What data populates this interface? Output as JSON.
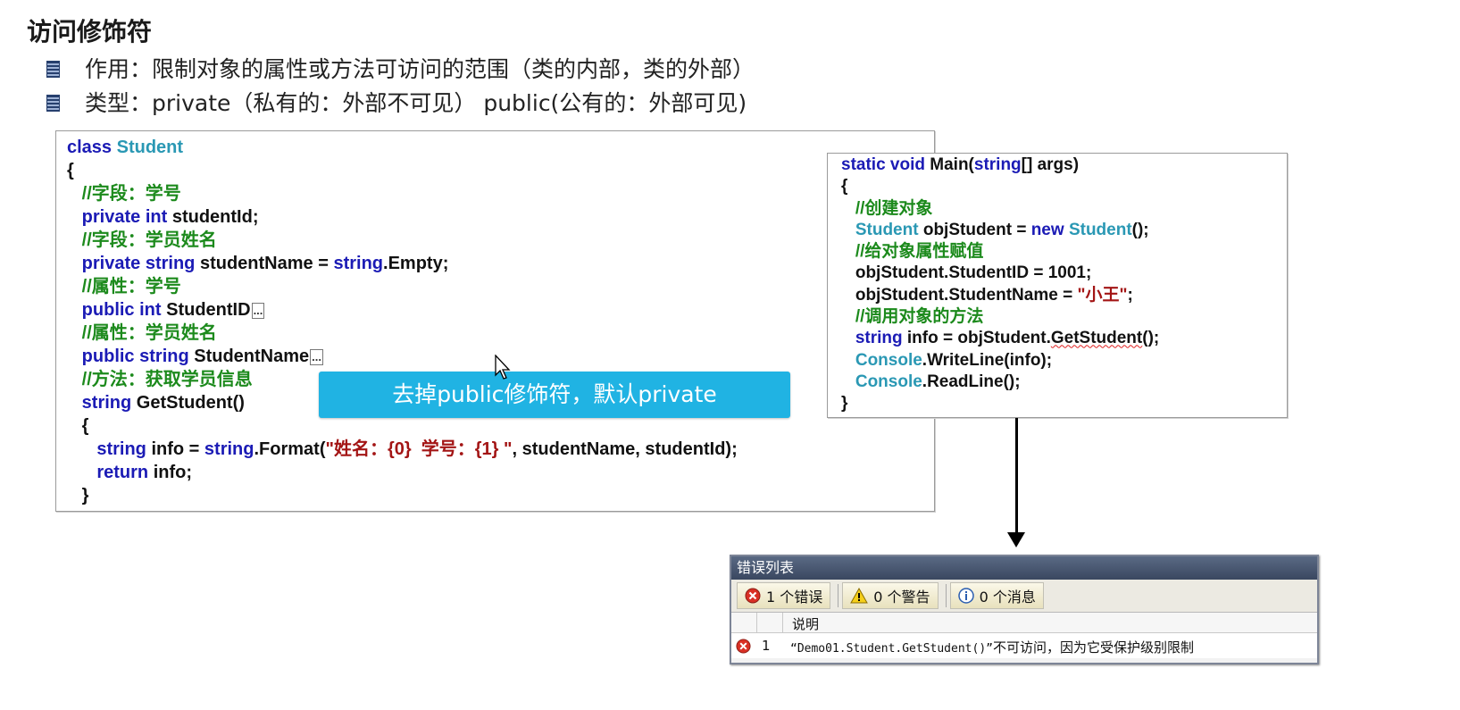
{
  "slide": {
    "title": "访问修饰符",
    "bullets": [
      "作用：限制对象的属性或方法可访问的范围（类的内部，类的外部）",
      "类型：private（私有的：外部不可见）  public(公有的：外部可见)"
    ]
  },
  "code_left": {
    "class_kw": "class",
    "class_name": "Student",
    "open_brace": "{",
    "comment1": "//字段：学号",
    "field1_mod": "private",
    "field1_type": "int",
    "field1_name": "studentId;",
    "comment2": "//字段：学员姓名",
    "field2_mod": "private",
    "field2_type": "string",
    "field2_mid": "studentName =",
    "field2_str": "string",
    "field2_rest": ".Empty;",
    "comment3": "//属性：学号",
    "prop1_mod": "public",
    "prop1_type": "int",
    "prop1_name": "StudentID",
    "collapsed": "...",
    "comment4": "//属性：学员姓名",
    "prop2_mod": "public",
    "prop2_type": "string",
    "prop2_name": "StudentName",
    "comment5": "//方法：获取学员信息",
    "method_type": "string",
    "method_name": "GetStudent()",
    "inner_open": "{",
    "line_info_type": "string",
    "line_info_mid": "info =",
    "line_info_str": "string",
    "line_info_fmt": ".Format(",
    "line_info_literal": "\"姓名：{0}  学号：{1} \"",
    "line_info_rest": ", studentName, studentId);",
    "return_kw": "return",
    "return_rest": "info;",
    "inner_close": "}"
  },
  "banner": {
    "text": "去掉public修饰符，默认private"
  },
  "code_right": {
    "static_kw": "static void",
    "main_name": "Main(",
    "string_kw": "string",
    "args": "[] args)",
    "open_brace": "{",
    "comment1": "//创建对象",
    "l1_type": "Student",
    "l1_mid": "objStudent =",
    "l1_new": "new",
    "l1_type2": "Student",
    "l1_end": "();",
    "comment2": "//给对象属性赋值",
    "l2": "objStudent.StudentID = 1001;",
    "l3_pre": "objStudent.StudentName =",
    "l3_str": "\"小王\"",
    "l3_end": ";",
    "comment3": "//调用对象的方法",
    "l4_kw": "string",
    "l4_mid": "info = objStudent.",
    "l4_call": "GetStudent",
    "l4_end": "();",
    "l5_type": "Console",
    "l5_rest": ".WriteLine(info);",
    "l6_type": "Console",
    "l6_rest": ".ReadLine();",
    "close_brace": "}"
  },
  "error_list": {
    "title": "错误列表",
    "errors_btn": "1 个错误",
    "warnings_btn": "0 个警告",
    "messages_btn": "0 个消息",
    "col_desc": "说明",
    "row_num": "1",
    "row_msg_code": "“Demo01.Student.GetStudent()”",
    "row_msg_zh": "不可访问，因为它受保护级别限制"
  },
  "colors": {
    "keyword": "#1b1bb5",
    "type": "#2a98b4",
    "comment": "#1c8a1c",
    "string": "#a31515",
    "banner": "#20b3e3"
  }
}
